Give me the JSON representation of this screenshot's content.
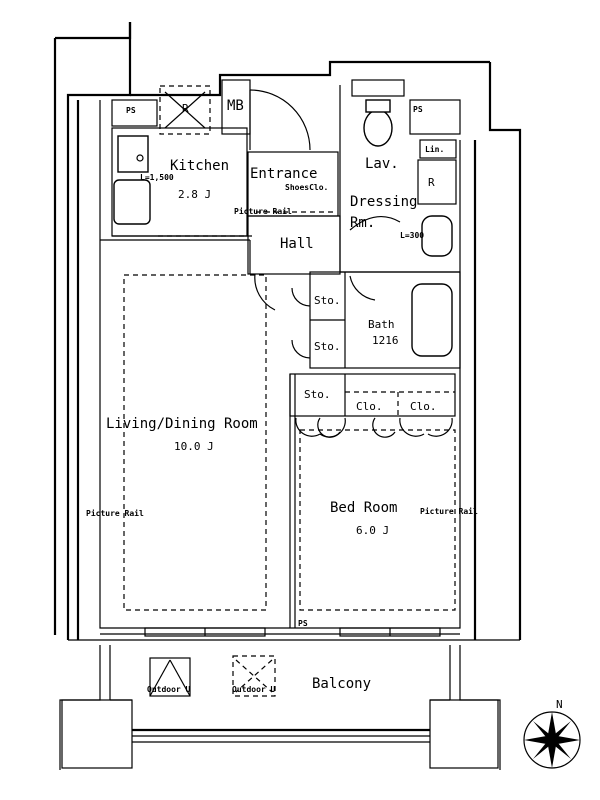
{
  "rooms": {
    "kitchen": {
      "name": "Kitchen",
      "size": "2.8 J"
    },
    "entrance": {
      "name": "Entrance",
      "shoe_closet": "ShoesClo."
    },
    "lav": {
      "name": "Lav."
    },
    "dressing": {
      "name_line1": "Dressing",
      "name_line2": "Rm."
    },
    "hall": {
      "name": "Hall"
    },
    "bath": {
      "name": "Bath",
      "size": "1216"
    },
    "living": {
      "name": "Living/Dining Room",
      "size": "10.0 J"
    },
    "bedroom": {
      "name": "Bed Room",
      "size": "6.0 J"
    },
    "balcony": {
      "name": "Balcony"
    }
  },
  "labels": {
    "ps_left": "PS",
    "ps_right": "PS",
    "mb": "MB",
    "r_kitchen": "R",
    "r_dressing": "R",
    "lin": "Lin.",
    "kitchen_dim": "L=1,500",
    "dressing_dim": "L=300",
    "sto1": "Sto.",
    "sto2": "Sto.",
    "sto3": "Sto.",
    "clo1": "Clo.",
    "clo2": "Clo.",
    "ps_bottom": "PS",
    "picture_rail_hall": "Picture Rail",
    "picture_rail_left": "Picture Rail",
    "picture_rail_right": "Picture Rail",
    "outdoor_unit_1": "Outdoor U",
    "outdoor_unit_2": "Outdoor U",
    "north": "N"
  }
}
